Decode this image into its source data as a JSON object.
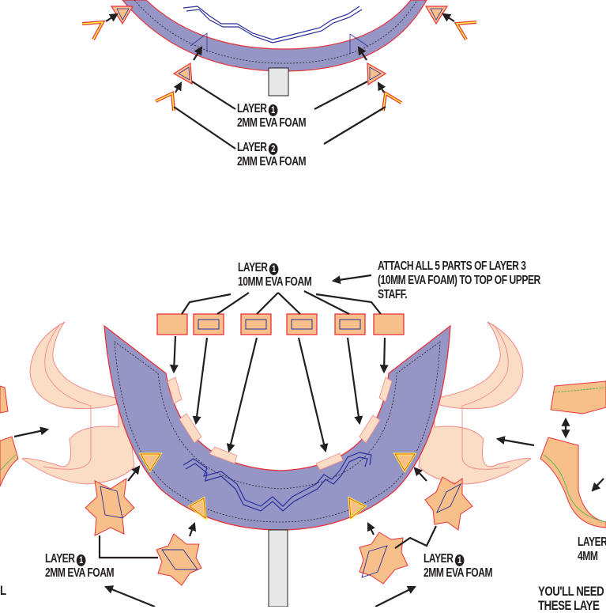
{
  "colors": {
    "staff_fill": "#9595c6",
    "staff_outline": "#e8323a",
    "foam_orange": "#f7c08a",
    "foam_light": "#fbdcc4",
    "trace_blue": "#2a2f9c",
    "yellow_trim": "#fff23a",
    "arrow": "#231f20",
    "shaft_fill": "#e6e7e8",
    "seam_green": "#4caf50"
  },
  "top_section": {
    "labels": [
      {
        "prefix": "LAYER",
        "badge": "1",
        "material": "2MM EVA FOAM"
      },
      {
        "prefix": "LAYER",
        "badge": "2",
        "material": "2MM EVA FOAM"
      }
    ]
  },
  "bottom_section": {
    "top_label": {
      "prefix": "LAYER",
      "badge": "1",
      "material": "10MM EVA FOAM"
    },
    "instruction": [
      "ATTACH ALL 5 PARTS OF LAYER 3",
      "(10MM EVA FOAM) TO TOP OF UPPER",
      "STAFF."
    ],
    "left_label": {
      "prefix": "LAYER",
      "badge": "1",
      "material": "2MM EVA FOAM"
    },
    "right_label": {
      "prefix": "LAYER",
      "badge": "1",
      "material": "2MM EVA FOAM"
    },
    "far_right_label": {
      "prefix": "LAYER",
      "material": "4MM"
    },
    "far_right_note": [
      "YOU'LL NEED",
      "THESE LAYE"
    ],
    "far_left_fragment": "L",
    "blocks": [
      {
        "name": "block-1",
        "inner_rect": false
      },
      {
        "name": "block-2",
        "inner_rect": true
      },
      {
        "name": "block-3",
        "inner_rect": true
      },
      {
        "name": "block-4",
        "inner_rect": true
      },
      {
        "name": "block-5",
        "inner_rect": true
      },
      {
        "name": "block-6",
        "inner_rect": false
      }
    ]
  },
  "icons": {
    "badge": "numbered-circle-icon",
    "arrow": "arrow-icon"
  }
}
